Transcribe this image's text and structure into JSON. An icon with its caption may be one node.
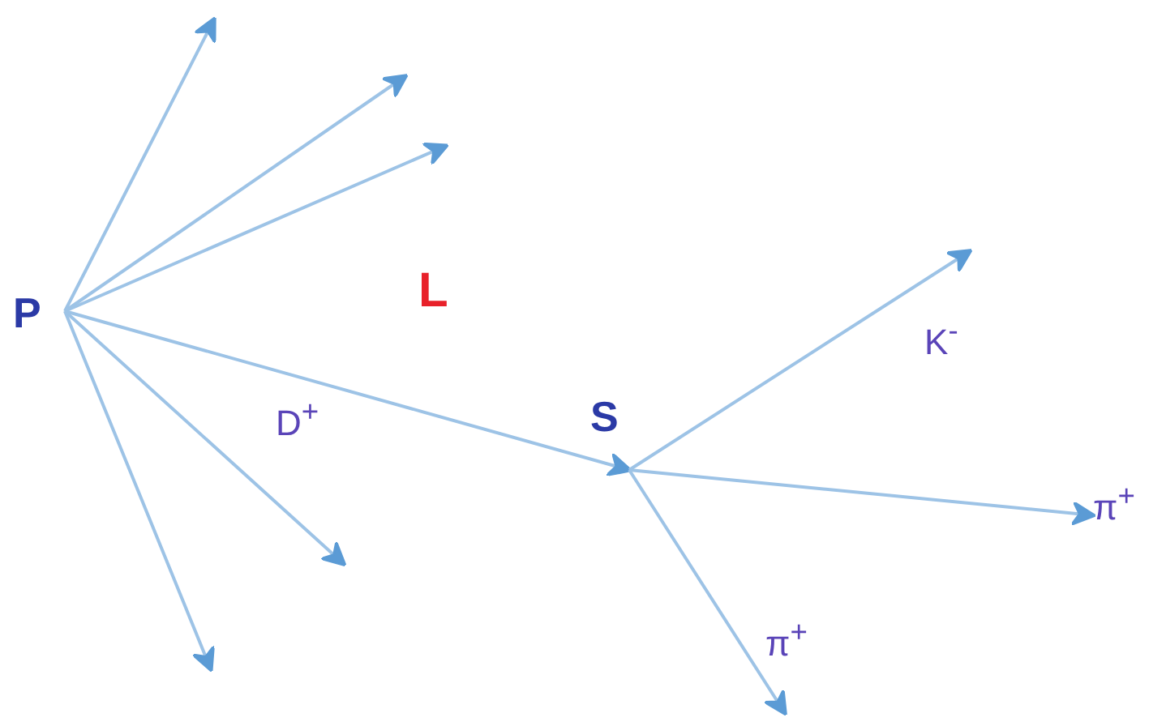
{
  "diagram": {
    "nodes": [
      {
        "text": [
          "P"
        ]
      },
      {
        "text": [
          "S"
        ]
      },
      {
        "text": [
          "π$^{+}$"
        ]
      }
    ],
    "edges": [
      {
        "from": 0,
        "to": null,
        "arrow": "to"
      },
      {
        "from": 0,
        "to": null,
        "arrow": "to"
      },
      {
        "from": 0,
        "to": null,
        "arrow": "to"
      },
      {
        "from": 0,
        "to": 1,
        "arrow": "to",
        "label": "D$^{+}$"
      },
      {
        "from": 0,
        "to": null,
        "arrow": "to"
      },
      {
        "from": 0,
        "to": null,
        "arrow": "to"
      },
      {
        "from": 1,
        "to": null,
        "arrow": "to"
      },
      {
        "from": 1,
        "to": 2,
        "arrow": "to"
      },
      {
        "from": 1,
        "to": null,
        "arrow": "to"
      }
    ],
    "labels": [
      "L",
      "K$^{-}$",
      "π$^{+}$"
    ]
  }
}
